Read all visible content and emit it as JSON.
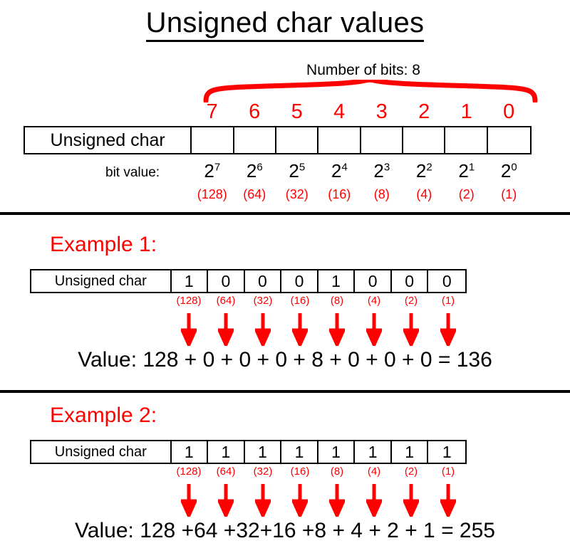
{
  "title": "Unsigned char values",
  "colors": {
    "accent_red": "#ff0000",
    "text_black": "#000000",
    "background": "#ffffff"
  },
  "top_section": {
    "bits_caption": "Number of bits: 8",
    "brace_label": "bit-range-brace",
    "row_label": "Unsigned char",
    "bit_indices": [
      "7",
      "6",
      "5",
      "4",
      "3",
      "2",
      "1",
      "0"
    ],
    "bit_value_label": "bit value:",
    "powers": [
      {
        "base": "2",
        "exp": "7"
      },
      {
        "base": "2",
        "exp": "6"
      },
      {
        "base": "2",
        "exp": "5"
      },
      {
        "base": "2",
        "exp": "4"
      },
      {
        "base": "2",
        "exp": "3"
      },
      {
        "base": "2",
        "exp": "2"
      },
      {
        "base": "2",
        "exp": "1"
      },
      {
        "base": "2",
        "exp": "0"
      }
    ],
    "decimal_values": [
      "(128)",
      "(64)",
      "(32)",
      "(16)",
      "(8)",
      "(4)",
      "(2)",
      "(1)"
    ],
    "cells": [
      "",
      "",
      "",
      "",
      "",
      "",
      "",
      ""
    ]
  },
  "example1": {
    "heading": "Example 1:",
    "row_label": "Unsigned char",
    "bits": [
      "1",
      "0",
      "0",
      "0",
      "1",
      "0",
      "0",
      "0"
    ],
    "decimal_values": [
      "(128)",
      "(64)",
      "(32)",
      "(16)",
      "(8)",
      "(4)",
      "(2)",
      "(1)"
    ],
    "value_line": "Value: 128 + 0 + 0 + 0 + 8 +  0 + 0 + 0 = 136",
    "terms": [
      "128",
      "0",
      "0",
      "0",
      "8",
      "0",
      "0",
      "0"
    ],
    "total": "136"
  },
  "example2": {
    "heading": "Example 2:",
    "row_label": "Unsigned char",
    "bits": [
      "1",
      "1",
      "1",
      "1",
      "1",
      "1",
      "1",
      "1"
    ],
    "decimal_values": [
      "(128)",
      "(64)",
      "(32)",
      "(16)",
      "(8)",
      "(4)",
      "(2)",
      "(1)"
    ],
    "value_line": "Value: 128 +64 +32+16 +8 + 4  +  2  +  1 = 255",
    "terms": [
      "128",
      "64",
      "32",
      "16",
      "8",
      "4",
      "2",
      "1"
    ],
    "total": "255"
  }
}
